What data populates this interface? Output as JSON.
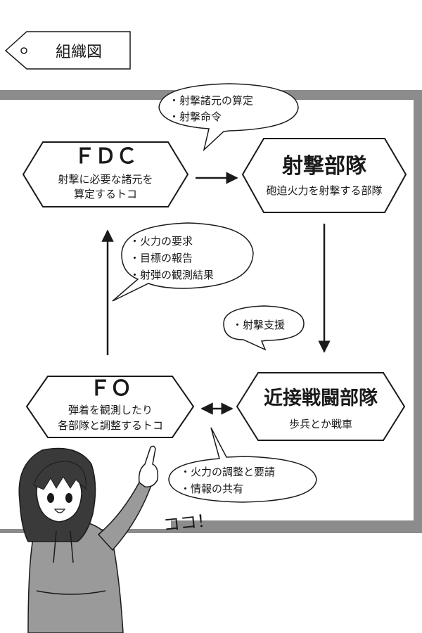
{
  "tag": {
    "label": "組織図"
  },
  "nodes": {
    "fdc": {
      "title": "ＦＤＣ",
      "desc_line1": "射撃に必要な諸元を",
      "desc_line2": "算定するトコ"
    },
    "firing": {
      "title": "射撃部隊",
      "desc": "砲迫火力を射撃する部隊"
    },
    "fo": {
      "title": "ＦＯ",
      "desc_line1": "弾着を観測したり",
      "desc_line2": "各部隊と調整するトコ"
    },
    "combat": {
      "title": "近接戦闘部隊",
      "desc": "歩兵とか戦車"
    }
  },
  "bubbles": {
    "top": {
      "items": [
        "・射撃諸元の算定",
        "・射撃命令"
      ]
    },
    "middle": {
      "items": [
        "・火力の要求",
        "・目標の報告",
        "・射弾の観測結果"
      ]
    },
    "support": {
      "items": [
        "・射撃支援"
      ]
    },
    "bottom": {
      "items": [
        "・火力の調整と要請",
        "・情報の共有"
      ]
    }
  },
  "character": {
    "exclaim": "ココ！"
  },
  "colors": {
    "frame_gray": "#8c8c8c",
    "ink": "#1a1a1a"
  }
}
